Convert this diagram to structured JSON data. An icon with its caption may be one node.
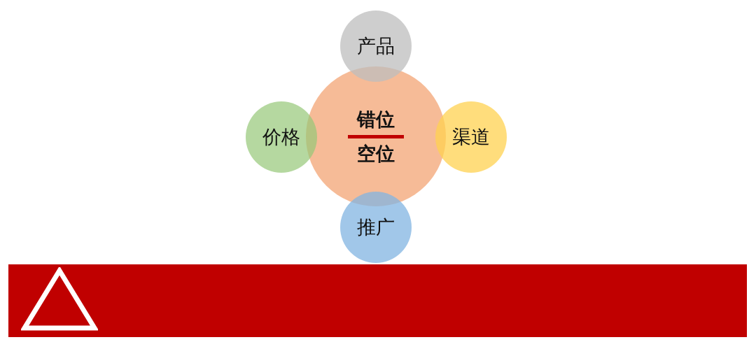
{
  "diagram": {
    "nodes": [
      {
        "text": [
          "错位",
          "空位"
        ]
      },
      {
        "text": [
          "产品"
        ]
      },
      {
        "text": [
          "价格"
        ]
      },
      {
        "text": [
          "渠道"
        ]
      },
      {
        "text": [
          "推广"
        ]
      },
      {
        "text": [],
        "shape": "bar"
      },
      {
        "text": [],
        "shape": "triangle",
        "in": 5
      }
    ]
  }
}
